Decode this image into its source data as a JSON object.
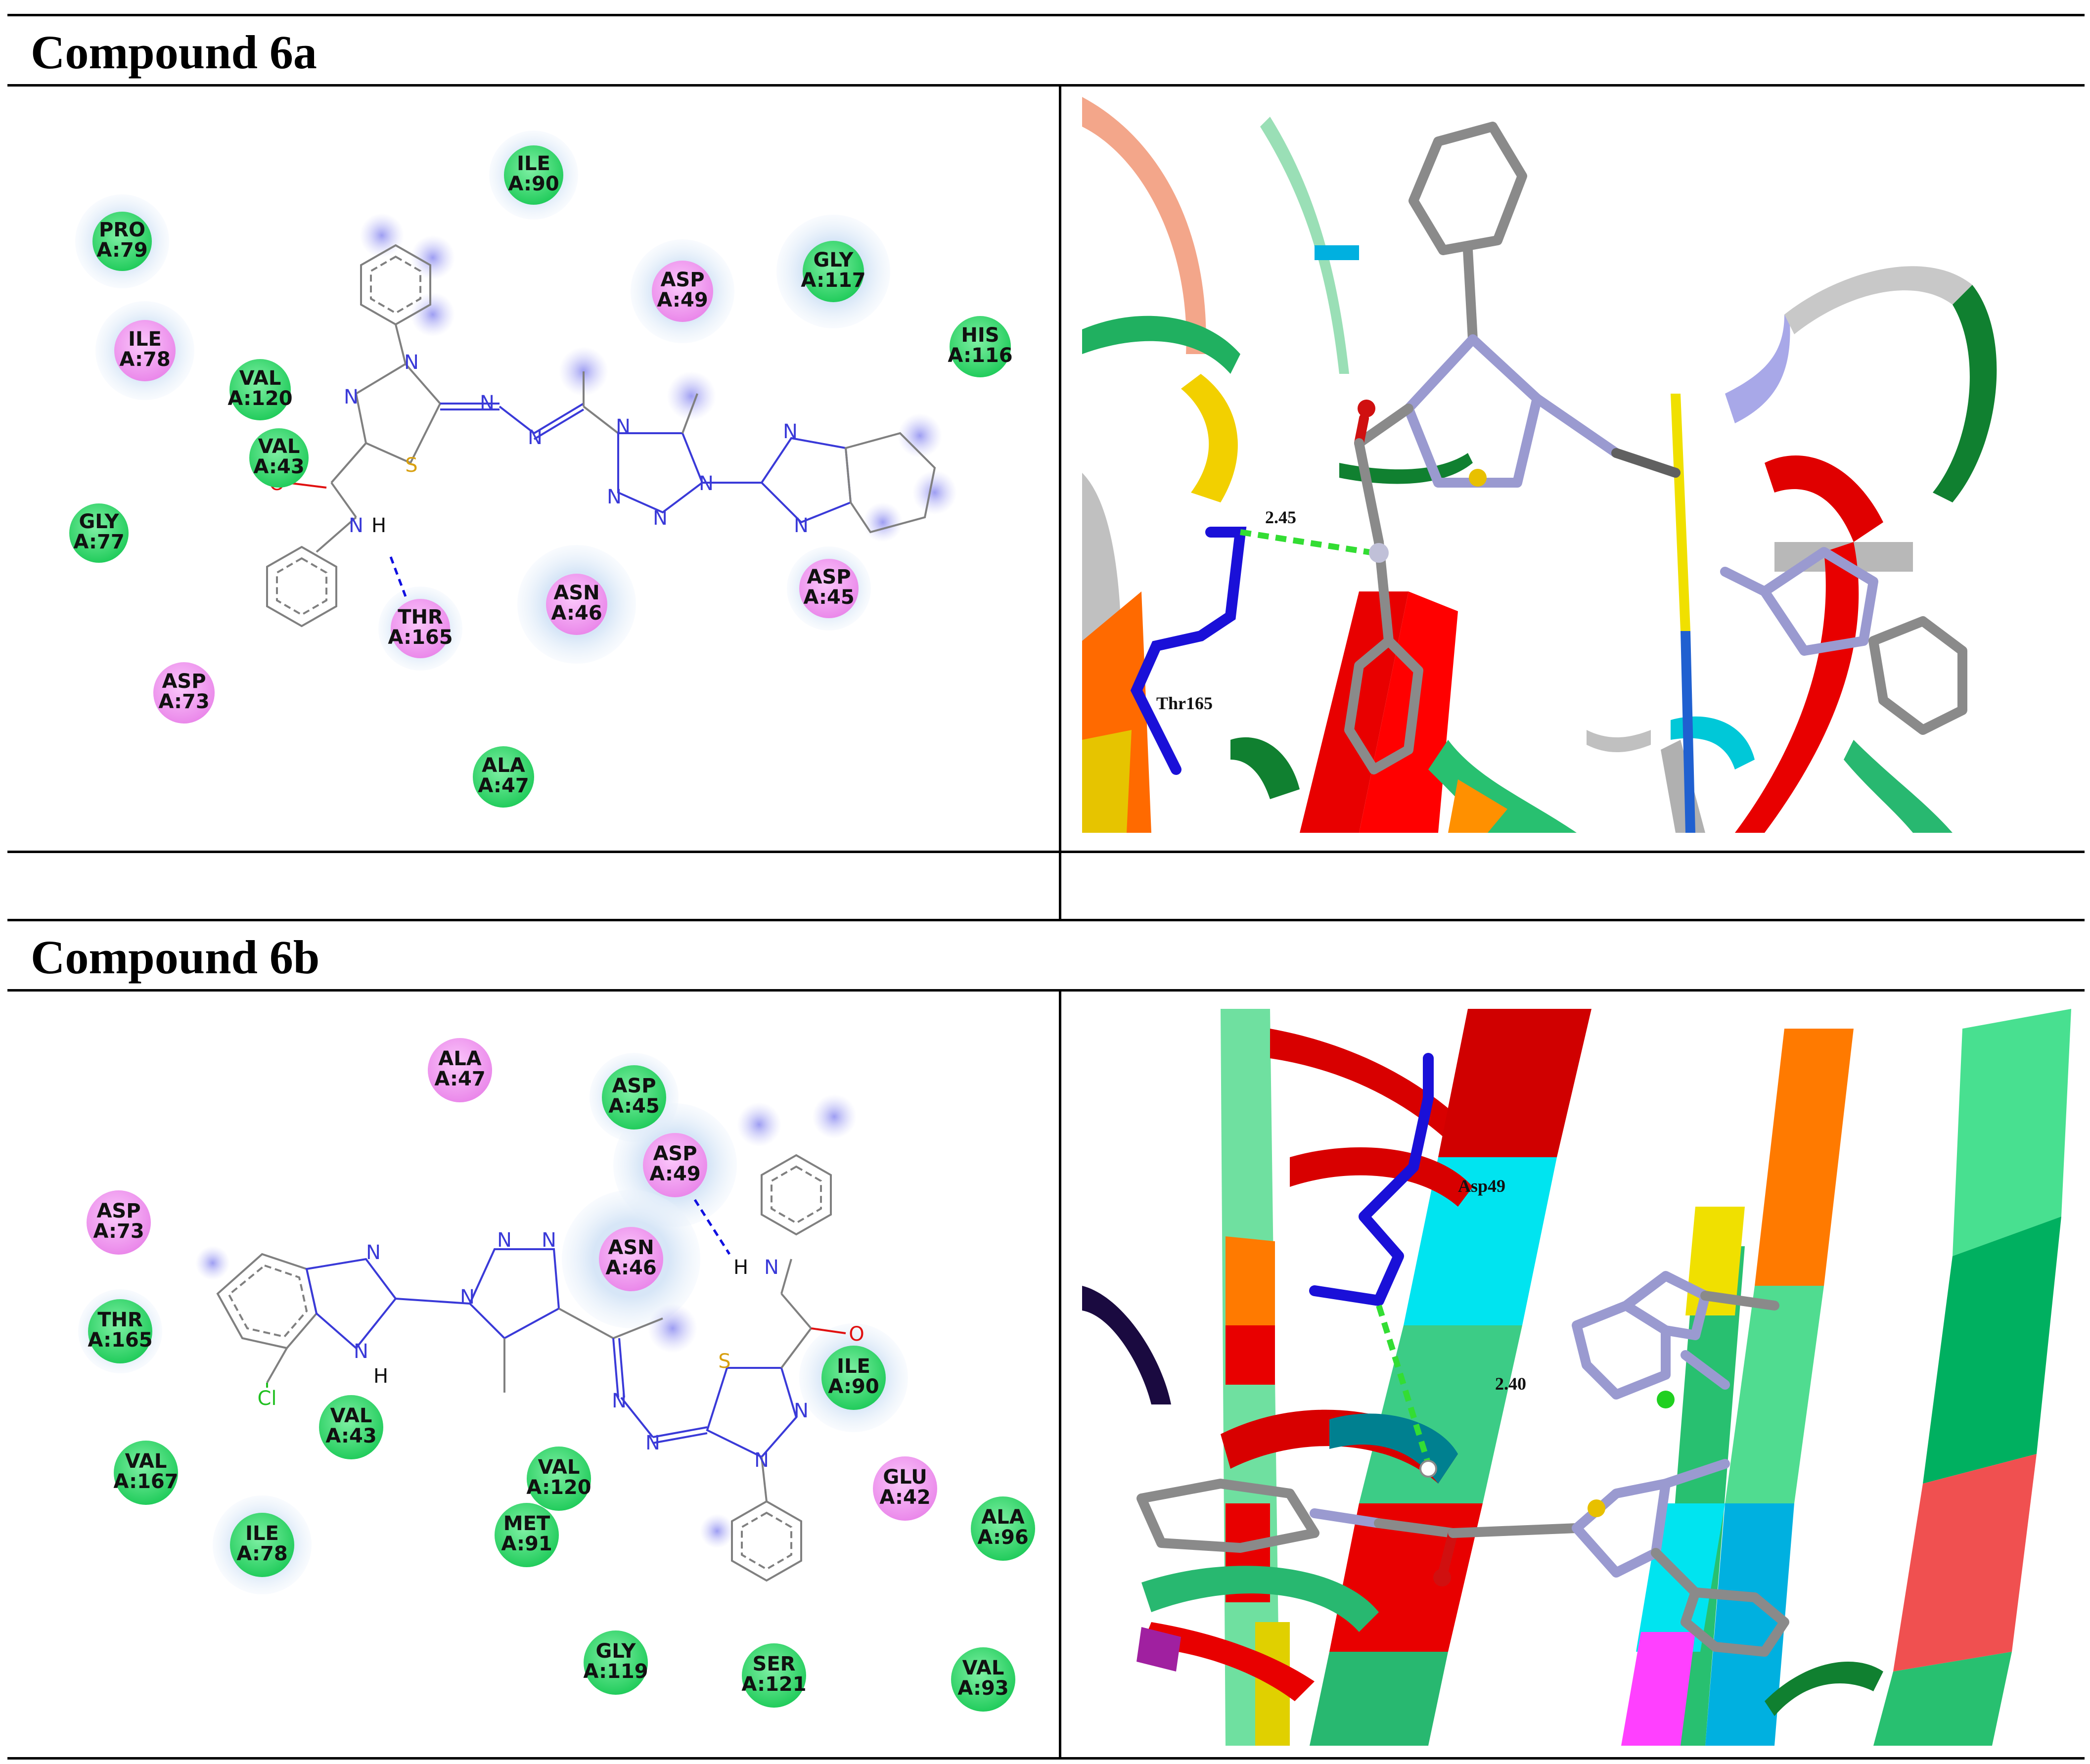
{
  "sections": [
    {
      "title": "Compound 6a",
      "residues": [
        {
          "name": "PRO",
          "id": "A:79",
          "kind": "vdw",
          "halo": true
        },
        {
          "name": "ILE",
          "id": "A:78",
          "kind": "alkyl",
          "halo": true
        },
        {
          "name": "VAL",
          "id": "A:120",
          "kind": "vdw",
          "halo": false
        },
        {
          "name": "VAL",
          "id": "A:43",
          "kind": "vdw",
          "halo": false
        },
        {
          "name": "GLY",
          "id": "A:77",
          "kind": "vdw",
          "halo": false
        },
        {
          "name": "ILE",
          "id": "A:90",
          "kind": "vdw",
          "halo": true
        },
        {
          "name": "ASP",
          "id": "A:49",
          "kind": "alkyl",
          "halo": true
        },
        {
          "name": "GLY",
          "id": "A:117",
          "kind": "vdw",
          "halo": true
        },
        {
          "name": "HIS",
          "id": "A:116",
          "kind": "vdw",
          "halo": false
        },
        {
          "name": "THR",
          "id": "A:165",
          "kind": "alkyl",
          "halo": true
        },
        {
          "name": "ASN",
          "id": "A:46",
          "kind": "alkyl",
          "halo": true
        },
        {
          "name": "ASP",
          "id": "A:45",
          "kind": "alkyl",
          "halo": true
        },
        {
          "name": "ASP",
          "id": "A:73",
          "kind": "alkyl",
          "halo": false
        },
        {
          "name": "ALA",
          "id": "A:47",
          "kind": "vdw",
          "halo": false
        }
      ],
      "ligand_atoms": [
        "N",
        "N",
        "S",
        "N",
        "N",
        "N",
        "N",
        "N",
        "N",
        "N",
        "N",
        "O",
        "N",
        "H"
      ],
      "distance": "2.45",
      "residue_3d_label": "Thr165"
    },
    {
      "title": "Compound 6b",
      "residues": [
        {
          "name": "ALA",
          "id": "A:47",
          "kind": "alkyl",
          "halo": false
        },
        {
          "name": "ASP",
          "id": "A:45",
          "kind": "vdw",
          "halo": true
        },
        {
          "name": "ASP",
          "id": "A:49",
          "kind": "alkyl",
          "halo": true
        },
        {
          "name": "ASN",
          "id": "A:46",
          "kind": "alkyl",
          "halo": true
        },
        {
          "name": "ASP",
          "id": "A:73",
          "kind": "alkyl",
          "halo": false
        },
        {
          "name": "THR",
          "id": "A:165",
          "kind": "vdw",
          "halo": true
        },
        {
          "name": "VAL",
          "id": "A:43",
          "kind": "vdw",
          "halo": false
        },
        {
          "name": "VAL",
          "id": "A:167",
          "kind": "vdw",
          "halo": false
        },
        {
          "name": "ILE",
          "id": "A:78",
          "kind": "vdw",
          "halo": true
        },
        {
          "name": "VAL",
          "id": "A:120",
          "kind": "vdw",
          "halo": false
        },
        {
          "name": "MET",
          "id": "A:91",
          "kind": "vdw",
          "halo": false
        },
        {
          "name": "ILE",
          "id": "A:90",
          "kind": "vdw",
          "halo": true
        },
        {
          "name": "GLU",
          "id": "A:42",
          "kind": "alkyl",
          "halo": false
        },
        {
          "name": "ALA",
          "id": "A:96",
          "kind": "vdw",
          "halo": false
        },
        {
          "name": "GLY",
          "id": "A:119",
          "kind": "vdw",
          "halo": false
        },
        {
          "name": "SER",
          "id": "A:121",
          "kind": "vdw",
          "halo": false
        },
        {
          "name": "VAL",
          "id": "A:93",
          "kind": "vdw",
          "halo": false
        }
      ],
      "ligand_atoms": [
        "N",
        "N",
        "H",
        "Cl",
        "N",
        "N",
        "N",
        "N",
        "N",
        "S",
        "N",
        "N",
        "N",
        "O",
        "H"
      ],
      "distance": "2.40",
      "residue_3d_label": "Asp49"
    }
  ],
  "colors": {
    "vdw": "#3be072",
    "alkyl": "#f09cf0",
    "halo": "#dce9f8",
    "hbond": "#1010e0",
    "carbon": "#808080",
    "nitrogen": "#3a3ad8",
    "oxygen": "#e01010",
    "sulfur": "#d8a010",
    "chlorine": "#20c020",
    "ring_glow": "#b8b8f0"
  }
}
